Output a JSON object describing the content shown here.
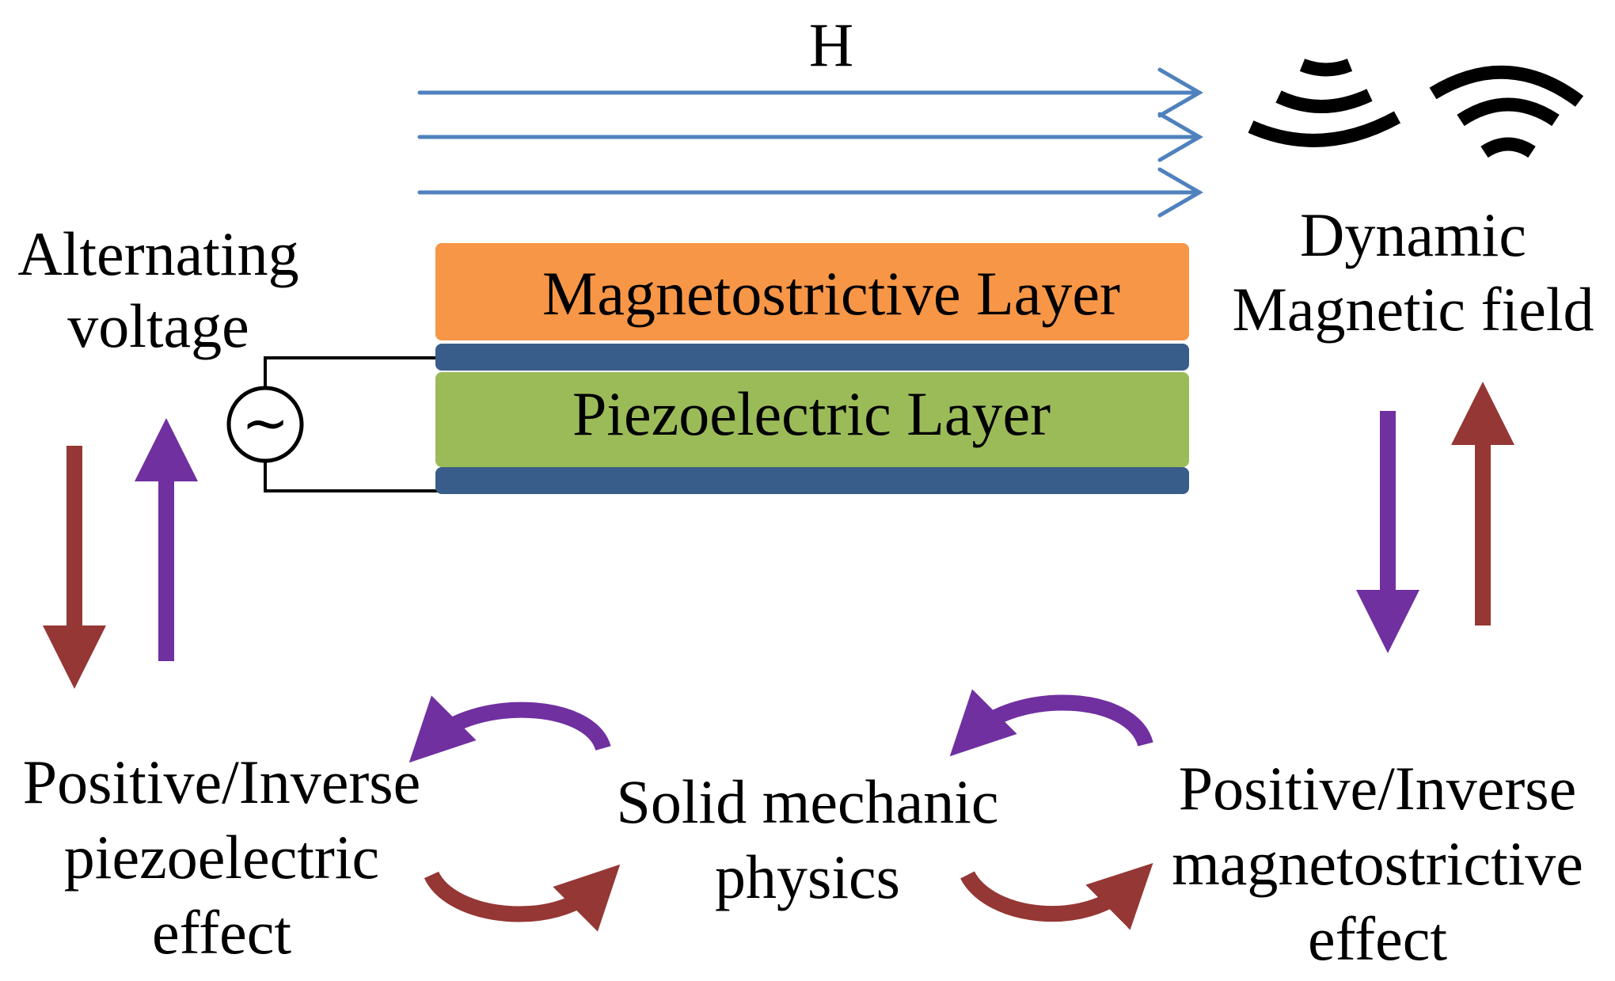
{
  "field_label": "H",
  "alternating_voltage": [
    "Alternating",
    "voltage"
  ],
  "dynamic_field": [
    "Dynamic",
    "Magnetic field"
  ],
  "magnetostrictive_layer": "Magnetostrictive Layer",
  "piezoelectric_layer": "Piezoelectric Layer",
  "piezo_effect": [
    "Positive/Inverse",
    "piezoelectric",
    "effect"
  ],
  "solid_mechanics": [
    "Solid mechanic",
    "physics"
  ],
  "magneto_effect": [
    "Positive/Inverse",
    "magnetostrictive",
    "effect"
  ],
  "source_symbol": "~",
  "colors": {
    "field_lines": "#4f81bd",
    "magnetostrictive": "#f79646",
    "piezoelectric": "#9bbb59",
    "electrode": "#385d8a",
    "arrow_red": "#953735",
    "arrow_purple": "#7030a0",
    "wave": "#000000"
  }
}
